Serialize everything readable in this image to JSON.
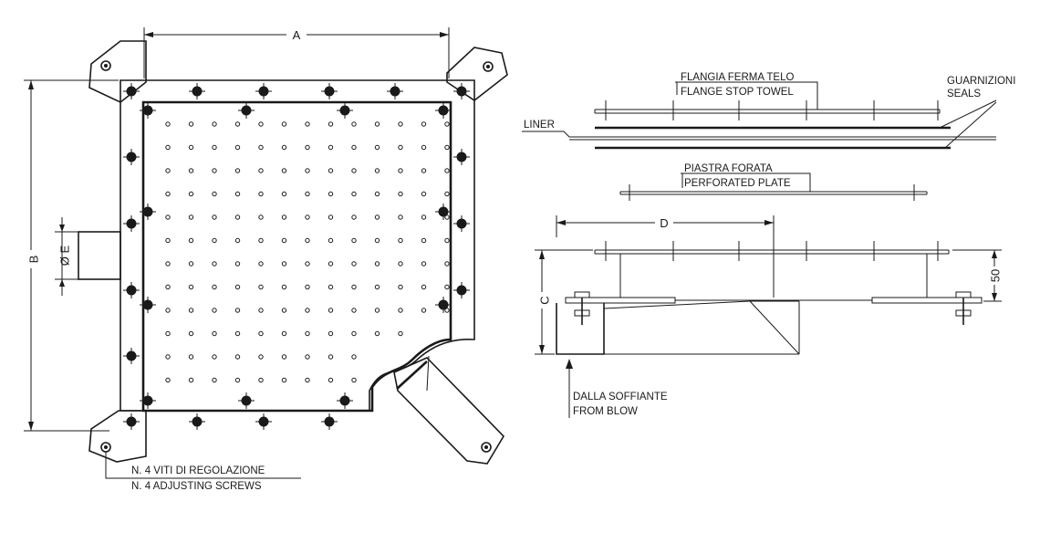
{
  "labels": {
    "dim_a": "A",
    "dim_b": "B",
    "dim_c": "C",
    "dim_d": "D",
    "dim_diameter_e": "Ø E",
    "dim_50": "50",
    "flange_it": "FLANGIA FERMA TELO",
    "flange_en": "FLANGE STOP TOWEL",
    "seals_it": "GUARNIZIONI",
    "seals_en": "SEALS",
    "liner": "LINER",
    "plate_it": "PIASTRA FORATA",
    "plate_en": "PERFORATED PLATE",
    "blower_it": "DALLA SOFFIANTE",
    "blower_en": "FROM BLOW",
    "screws_it": "N. 4  VITI DI REGOLAZIONE",
    "screws_en": "N. 4  ADJUSTING SCREWS"
  },
  "colors": {
    "line": "#1a1a1a",
    "background": "#ffffff"
  }
}
